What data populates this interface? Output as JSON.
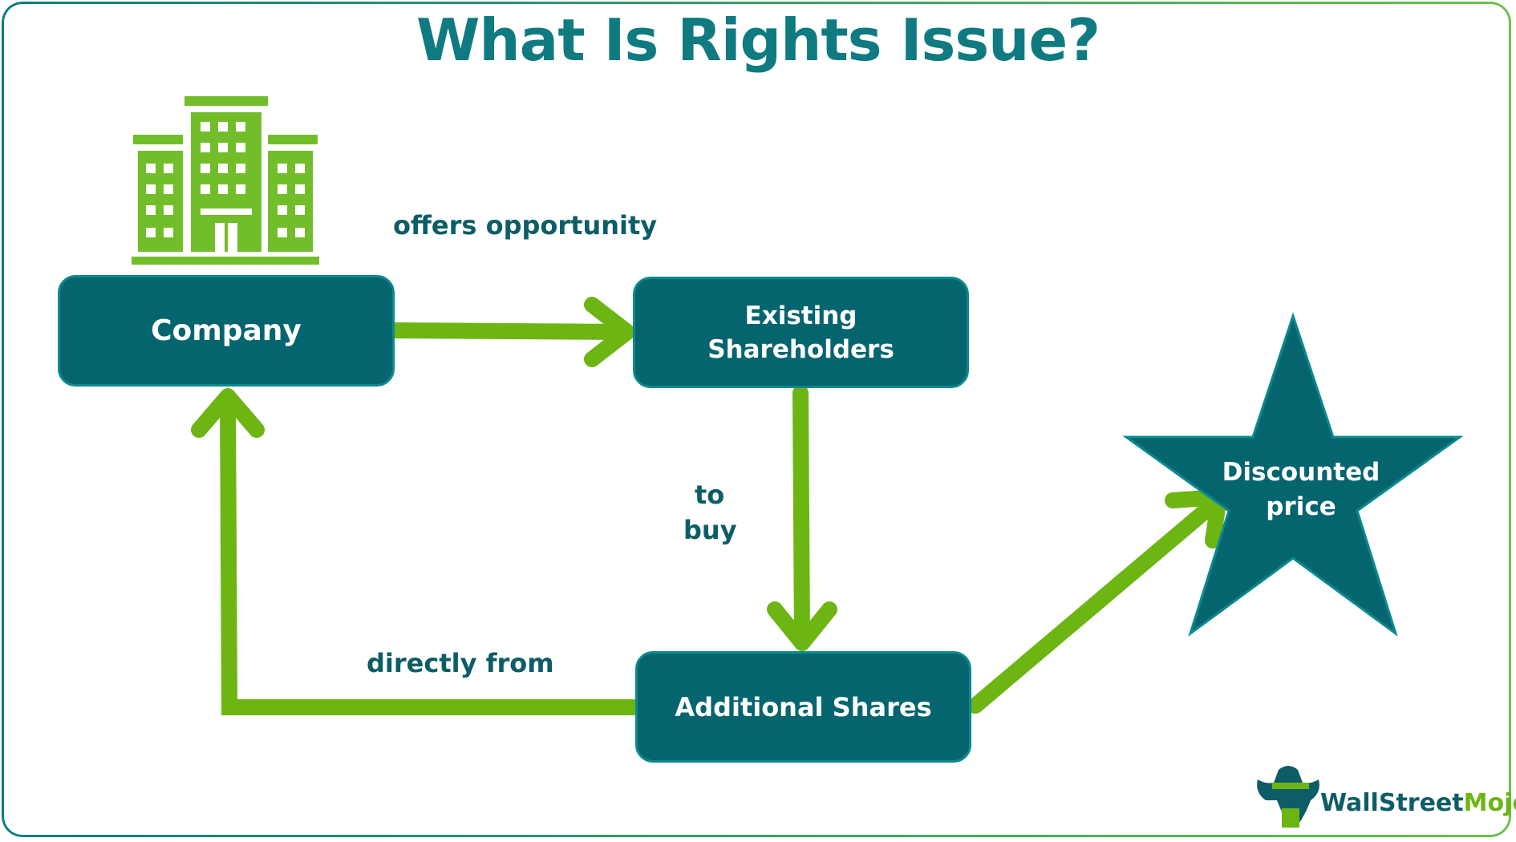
{
  "title": "What Is Rights Issue?",
  "nodes": {
    "company": "Company",
    "existing_shareholders_line1": "Existing",
    "existing_shareholders_line2": "Shareholders",
    "additional_shares": "Additional Shares",
    "discounted_price_line1": "Discounted",
    "discounted_price_line2": "price"
  },
  "edge_labels": {
    "offers": "offers opportunity",
    "to": "to",
    "buy": "buy",
    "directly_from": "directly from"
  },
  "logo": {
    "part1": "WallStreet",
    "part2": "Mojo"
  },
  "colors": {
    "title": "#0f7b80",
    "box_fill": "#05656f",
    "arrow": "#6cb513",
    "building": "#72be2a",
    "label": "#0d5d66"
  },
  "icons": [
    "building-icon",
    "star-shape",
    "bull-logo-icon"
  ]
}
